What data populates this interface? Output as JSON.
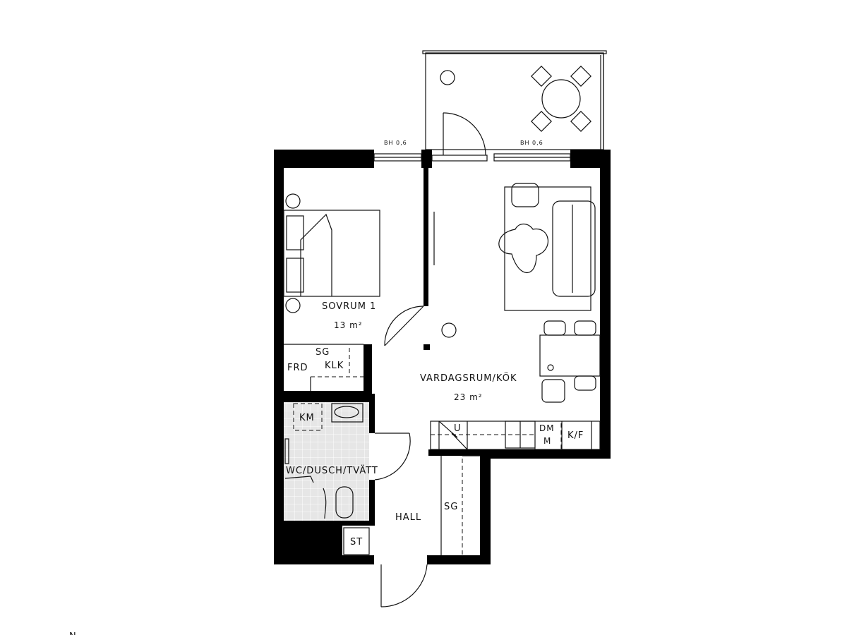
{
  "plan": {
    "rooms": {
      "bedroom": {
        "name": "SOVRUM 1",
        "area": "13 m²"
      },
      "living": {
        "name": "VARDAGSRUM/KÖK",
        "area": "23 m²"
      },
      "bath": {
        "name": "WC/DUSCH/TVÄTT"
      },
      "hall": {
        "name": "HALL"
      }
    },
    "labels": {
      "wardrobe_bedroom": "SG",
      "closet": "KLK",
      "storage": "FRD",
      "washer": "KM",
      "storage_small": "ST",
      "wardrobe_hall": "SG",
      "oven": "U",
      "dishwasher": "DM",
      "microwave": "M",
      "fridge_freezer": "K/F",
      "sill_height_left": "BH 0,6",
      "sill_height_right": "BH 0,6",
      "north": "N"
    },
    "colors": {
      "wall": "#000000",
      "bath_floor": "#e6e6e6",
      "line": "#111111"
    }
  }
}
